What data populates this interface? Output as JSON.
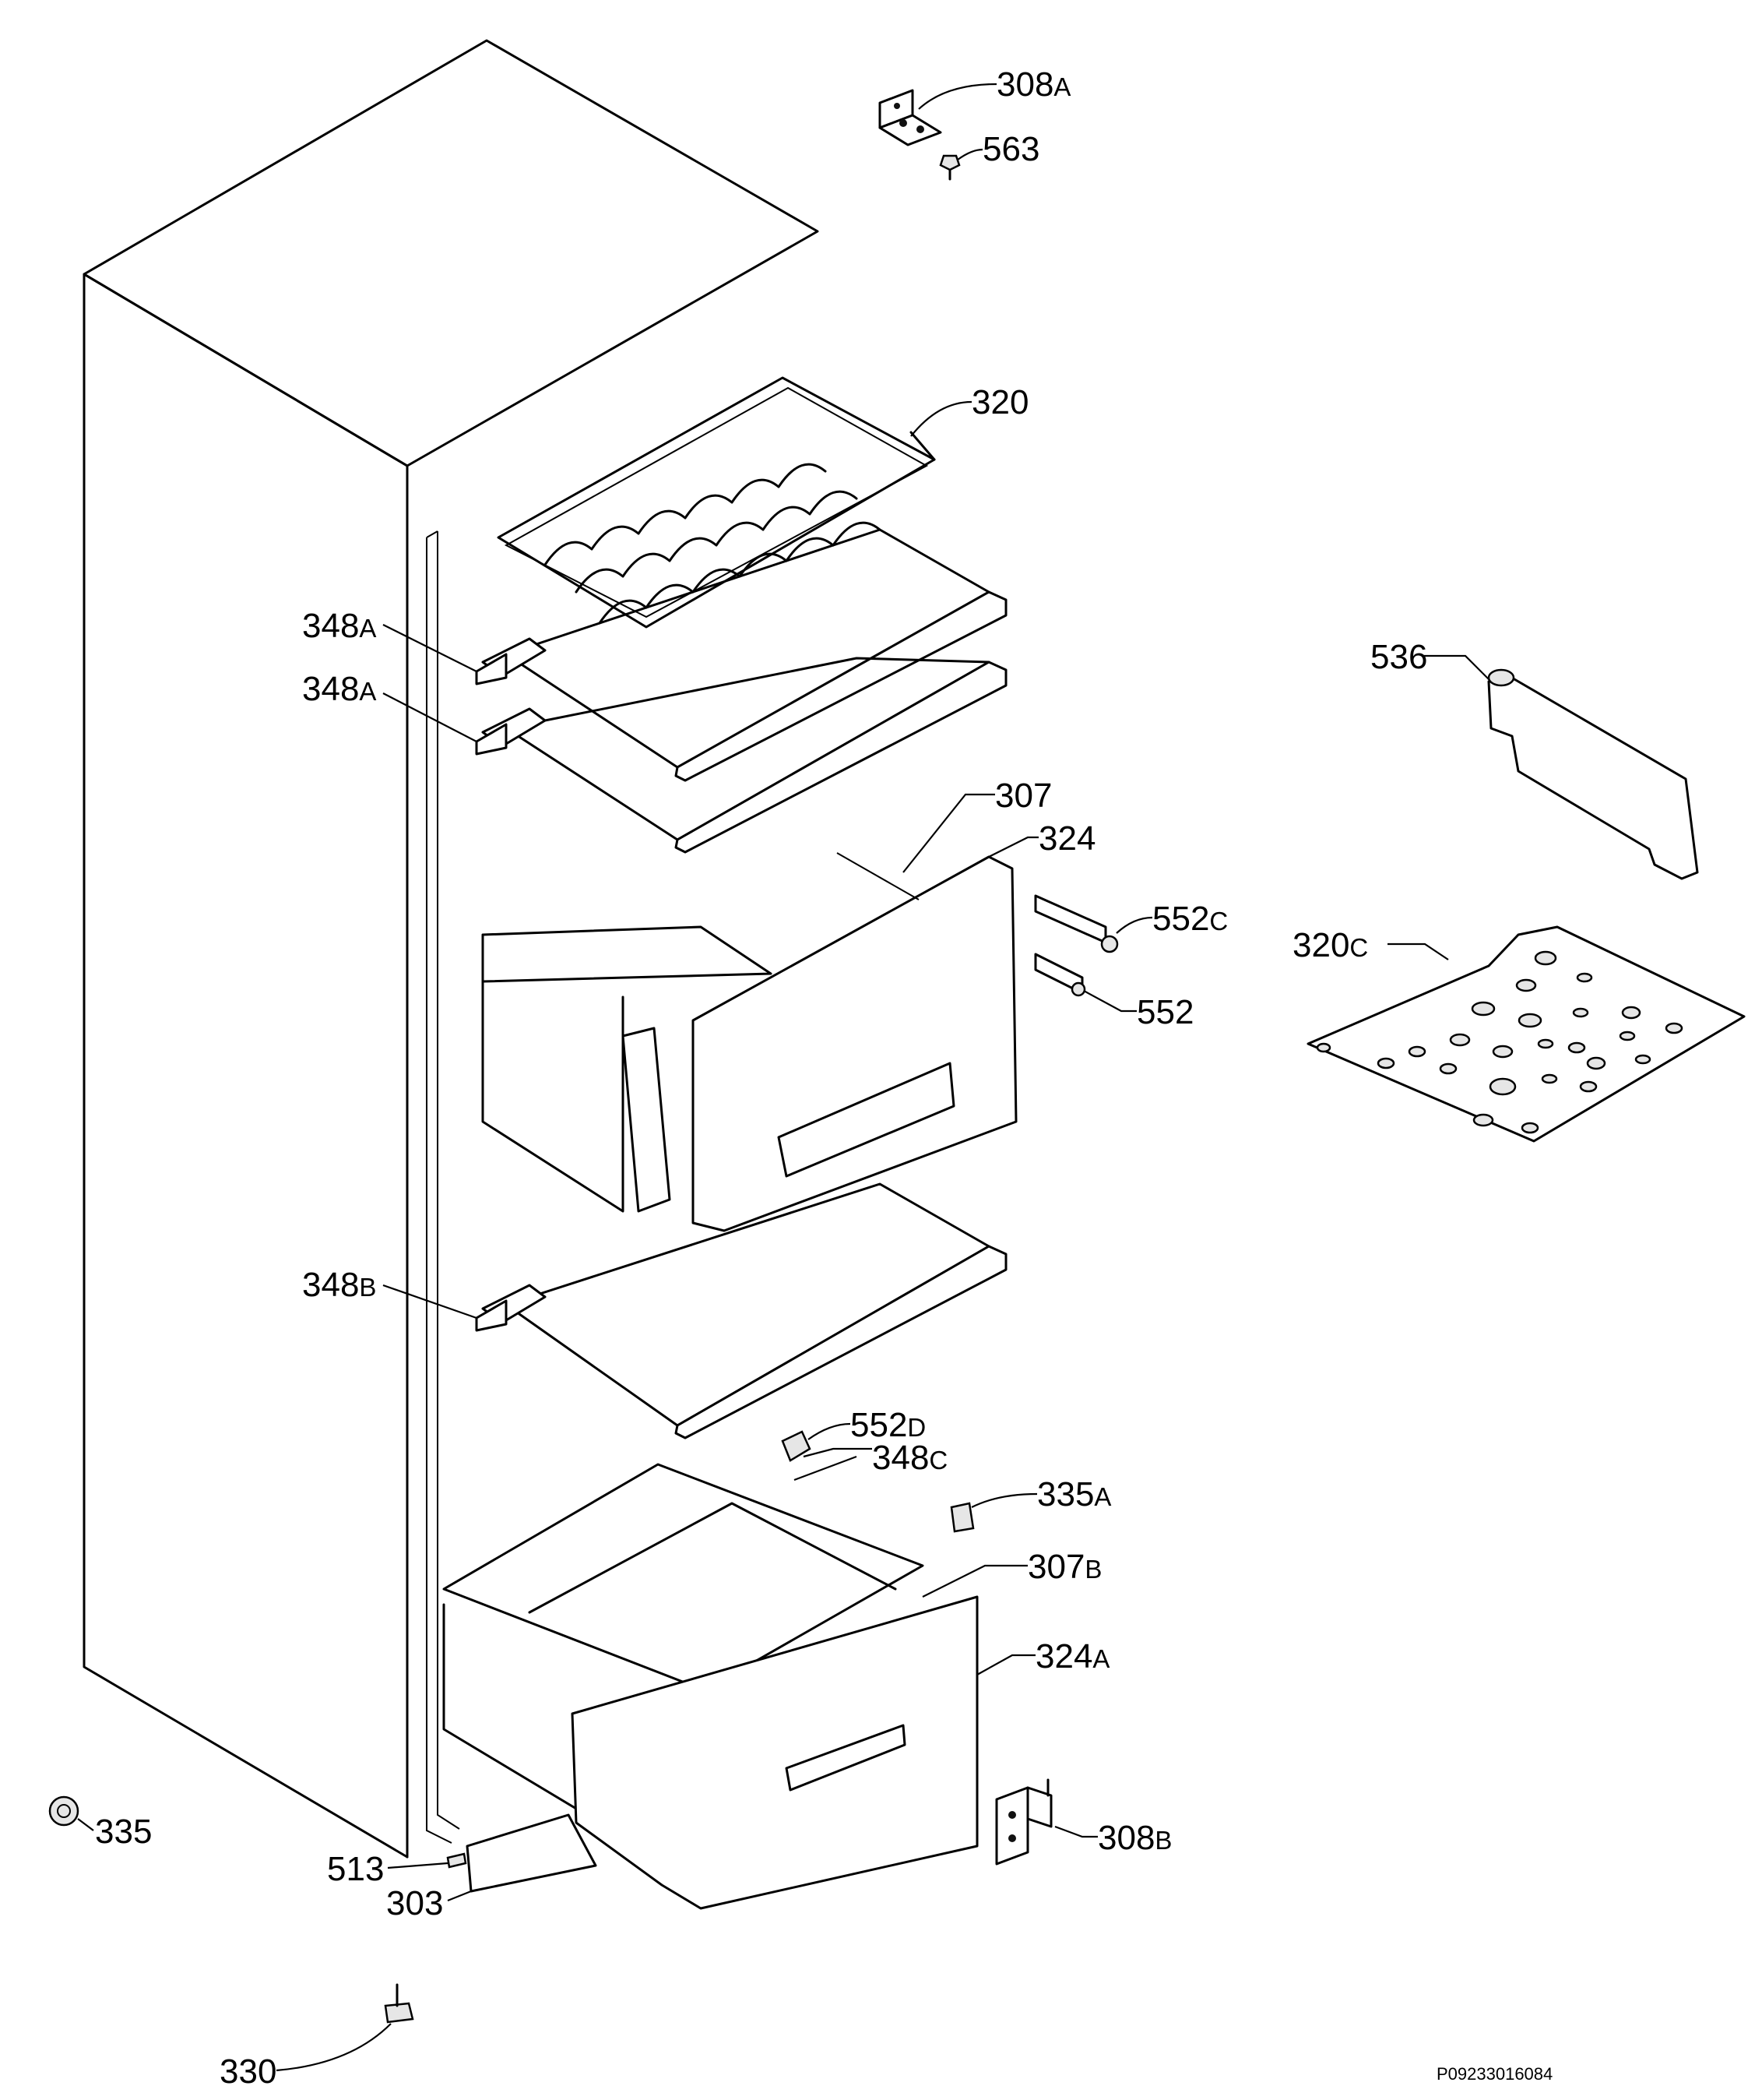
{
  "drawing_code": "P09233016084",
  "parts": [
    {
      "id": "p308a_top",
      "num": "308",
      "suffix": "A"
    },
    {
      "id": "p563",
      "num": "563",
      "suffix": ""
    },
    {
      "id": "p320",
      "num": "320",
      "suffix": ""
    },
    {
      "id": "p348a_1",
      "num": "348",
      "suffix": "A"
    },
    {
      "id": "p348a_2",
      "num": "348",
      "suffix": "A"
    },
    {
      "id": "p536",
      "num": "536",
      "suffix": ""
    },
    {
      "id": "p307",
      "num": "307",
      "suffix": ""
    },
    {
      "id": "p324",
      "num": "324",
      "suffix": ""
    },
    {
      "id": "p552c",
      "num": "552",
      "suffix": "C"
    },
    {
      "id": "p320c",
      "num": "320",
      "suffix": "C"
    },
    {
      "id": "p552",
      "num": "552",
      "suffix": ""
    },
    {
      "id": "p348b",
      "num": "348",
      "suffix": "B"
    },
    {
      "id": "p552d",
      "num": "552",
      "suffix": "D"
    },
    {
      "id": "p348c",
      "num": "348",
      "suffix": "C"
    },
    {
      "id": "p335a",
      "num": "335",
      "suffix": "A"
    },
    {
      "id": "p307b",
      "num": "307",
      "suffix": "B"
    },
    {
      "id": "p324a",
      "num": "324",
      "suffix": "A"
    },
    {
      "id": "p335",
      "num": "335",
      "suffix": ""
    },
    {
      "id": "p308b",
      "num": "308",
      "suffix": "B"
    },
    {
      "id": "p513",
      "num": "513",
      "suffix": ""
    },
    {
      "id": "p303",
      "num": "303",
      "suffix": ""
    },
    {
      "id": "p330",
      "num": "330",
      "suffix": ""
    }
  ]
}
